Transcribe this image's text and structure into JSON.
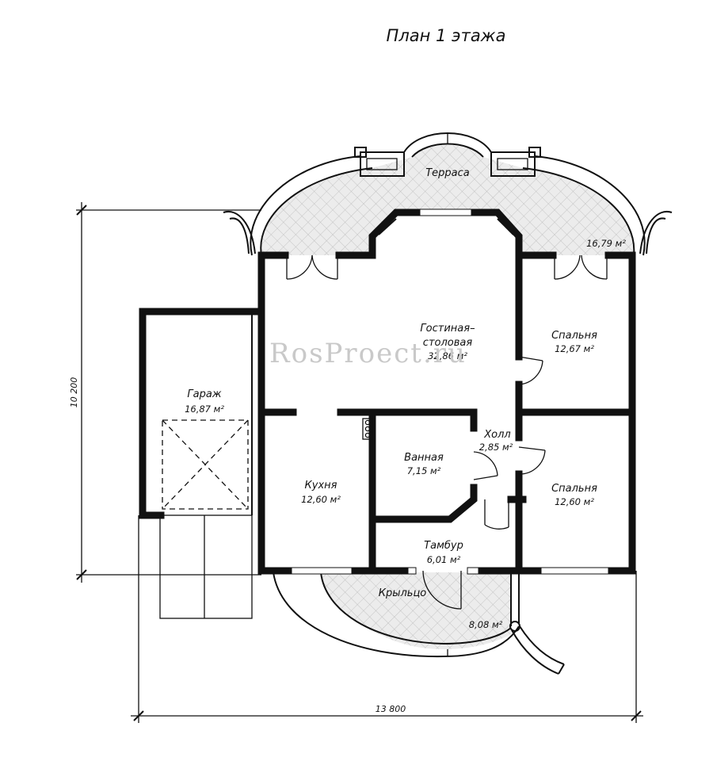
{
  "title": "План 1 этажа",
  "watermark": "RosProect.ru",
  "rooms": [
    {
      "id": "terrace",
      "name": "Терраса",
      "area": ""
    },
    {
      "id": "terrace_area",
      "name": "",
      "area": "16,79 м²"
    },
    {
      "id": "living",
      "name_lines": [
        "Гостиная–",
        "столовая"
      ],
      "area": "32,86 м²"
    },
    {
      "id": "bedroom1",
      "name": "Спальня",
      "area": "12,67 м²"
    },
    {
      "id": "garage",
      "name": "Гараж",
      "area": "16,87 м²"
    },
    {
      "id": "hall",
      "name": "Холл",
      "area": "2,85 м²"
    },
    {
      "id": "bath",
      "name": "Ванная",
      "area": "7,15 м²"
    },
    {
      "id": "kitchen",
      "name": "Кухня",
      "area": "12,60 м²"
    },
    {
      "id": "bedroom2",
      "name": "Спальня",
      "area": "12,60 м²"
    },
    {
      "id": "vestibule",
      "name": "Тамбур",
      "area": "6,01 м²"
    },
    {
      "id": "porch",
      "name": "Крыльцо",
      "area": ""
    },
    {
      "id": "porch_area",
      "name": "",
      "area": "8,08 м²"
    }
  ],
  "dimensions": {
    "vertical": "10 200",
    "horizontal": "13 800"
  }
}
